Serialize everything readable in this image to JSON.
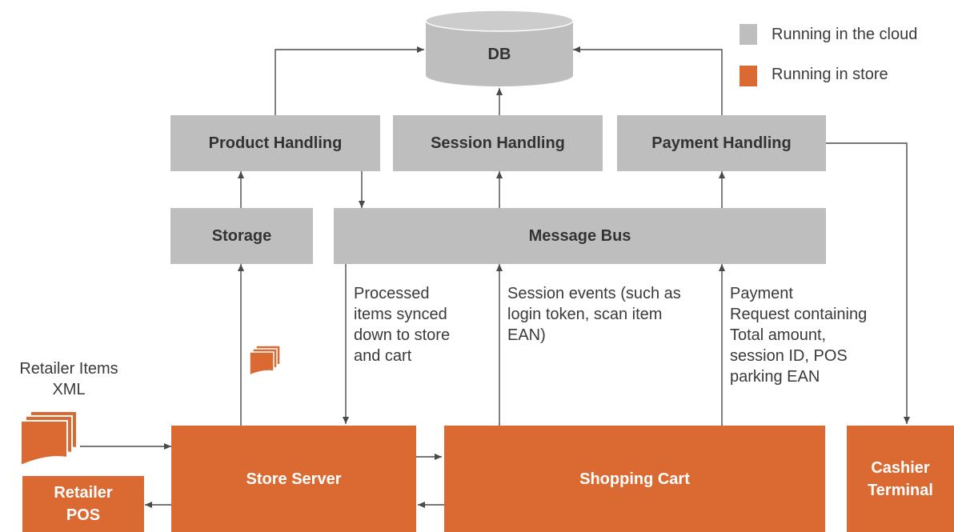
{
  "legend": {
    "cloud_label": "Running in the cloud",
    "store_label": "Running in store",
    "cloud_color": "#bebebe",
    "store_color": "#db6a32"
  },
  "nodes": {
    "db": "DB",
    "product_handling": "Product Handling",
    "session_handling": "Session Handling",
    "payment_handling": "Payment Handling",
    "storage": "Storage",
    "message_bus": "Message Bus",
    "store_server": "Store Server",
    "shopping_cart": "Shopping Cart",
    "cashier_terminal": "Cashier\nTerminal",
    "retailer_pos": "Retailer\nPOS"
  },
  "annotations": {
    "retailer_items": "Retailer Items\nXML",
    "processed_items": "Processed\nitems synced\ndown to store\nand cart",
    "session_events": "Session events (such as\nlogin token, scan item\nEAN)",
    "payment_request": "Payment\nRequest containing\nTotal amount,\nsession ID, POS\nparking EAN"
  }
}
